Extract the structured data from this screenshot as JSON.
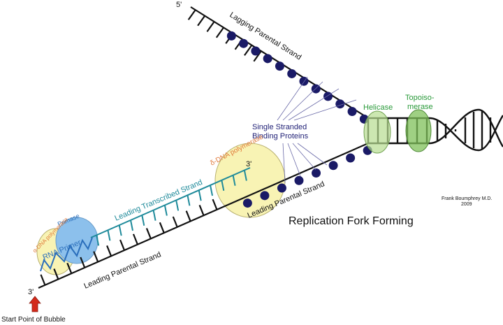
{
  "labels": {
    "lagging_five_prime": "5'",
    "lagging_parental_strand": "Lagging Parental Strand",
    "helicase": "Helicase",
    "topoisomerase_line1": "Topoiso-",
    "topoisomerase_line2": "merase",
    "ssb_line1": "Single Stranded",
    "ssb_line2": "Binding Proteins",
    "delta_polymerase": "δ-DNA polymerase",
    "leading_three_prime_top": "3'",
    "leading_parental_upper": "Leading Parental Strand",
    "leading_transcribed_strand": "Leading Transcribed Strand",
    "primase": "Primase",
    "alpha_polymerase": "α-DNA polymerase",
    "rna_primer": "RNA Primer",
    "leading_parental_lower": "Leading Parental Strand",
    "three_prime_bottom": "3'",
    "start_point": "Start Point of Bubble",
    "title": "Replication Fork Forming",
    "credit_name": "Frank Boumphrey M.D.",
    "credit_year": "2009"
  },
  "colors": {
    "strand": "#111111",
    "ssb_protein": "#1a1a66",
    "helicase": "#b7dd90",
    "topoisomerase": "#7fc05a",
    "green_label": "#2a9a3a",
    "ssb_label": "#222277",
    "teal_strand": "#1e8a9a",
    "primase_blue": "#8cc0ec",
    "polymerase_yellow": "#f8f3b4",
    "orange_label": "#e07a3a",
    "arrow_red": "#d42a1a"
  }
}
